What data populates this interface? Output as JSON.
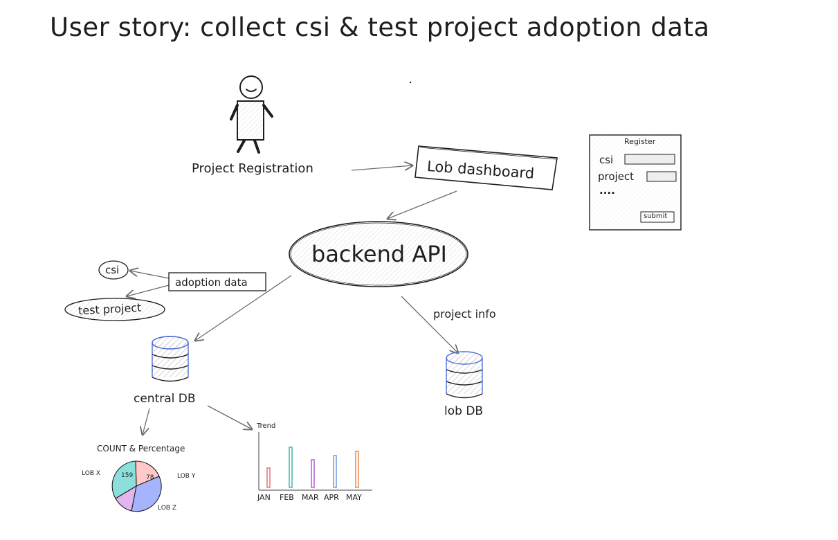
{
  "title": "User story: collect csi & test project adoption data",
  "actor": {
    "label": "Project Registration"
  },
  "nodes": {
    "lob_dashboard": "Lob dashboard",
    "backend_api": "backend API",
    "adoption_data": "adoption data",
    "csi": "csi",
    "test_project": "test project",
    "central_db": "central DB",
    "lob_db": "lob DB",
    "project_info": "project info"
  },
  "register_form": {
    "title": "Register",
    "csi_label": "csi",
    "project_label": "project",
    "ellipsis": "....",
    "submit_label": "submit"
  },
  "pie_chart": {
    "title": "COUNT & Percentage",
    "labels": {
      "lob_x": "LOB X",
      "lob_y": "LOB Y",
      "lob_z": "LOB Z"
    },
    "values": {
      "lob_x": "159",
      "lob_y": "78"
    },
    "colors": {
      "lob_x": "#8ce0dc",
      "lob_y": "#ffc9c9",
      "lob_z": "#a5b4fc",
      "extra": "#e2b4f0"
    }
  },
  "chart_data": {
    "type": "bar",
    "title": "Trend",
    "categories": [
      "JAN",
      "FEB",
      "MAR",
      "APR",
      "MAY"
    ],
    "values": [
      28,
      58,
      40,
      46,
      52
    ],
    "colors": [
      "#e8707a",
      "#3fb8b0",
      "#b75ad6",
      "#6b97e6",
      "#e88a4a"
    ],
    "ylim": [
      0,
      70
    ]
  },
  "colors": {
    "stroke": "#1e1e1e",
    "arrow": "#6b6b6b",
    "db_outline": "#4f6fd8",
    "hatch": "#bdbdbd"
  }
}
